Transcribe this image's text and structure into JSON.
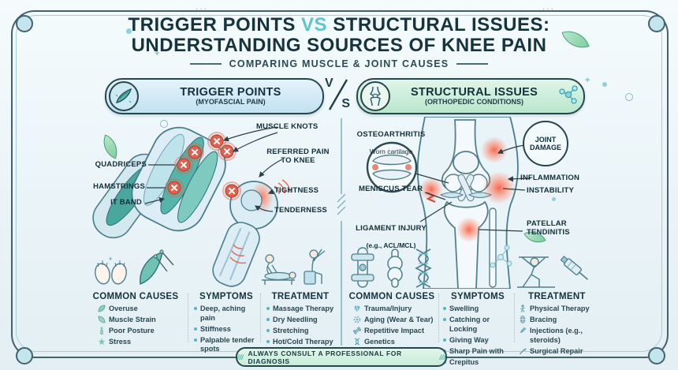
{
  "title": {
    "part1": "TRIGGER POINTS",
    "vs": "VS",
    "part2": "STRUCTURAL ISSUES:",
    "line2": "UNDERSTANDING SOURCES OF KNEE PAIN",
    "subtitle": "COMPARING MUSCLE & JOINT CAUSES"
  },
  "versus": {
    "v": "V",
    "s": "S"
  },
  "left_panel": {
    "header_title": "TRIGGER POINTS",
    "header_subtitle": "(MYOFASCIAL PAIN)",
    "labels": {
      "muscle_knots": "MUSCLE KNOTS",
      "referred_pain": "REFERRED PAIN\nTO KNEE",
      "quadriceps": "QUADRICEPS",
      "hamstrings": "HAMSTRINGS",
      "it_band": "IT BAND",
      "tightness": "TIGHTNESS",
      "tenderness": "TENDERNESS"
    },
    "columns": [
      {
        "header": "COMMON CAUSES",
        "items": [
          {
            "icon": "leaf-icon",
            "text": "Overuse"
          },
          {
            "icon": "leaf-icon",
            "text": "Muscle Strain"
          },
          {
            "icon": "posture-icon",
            "text": "Poor Posture"
          },
          {
            "icon": "stress-star-icon",
            "text": "Stress"
          }
        ]
      },
      {
        "header": "SYMPTOMS",
        "items": [
          {
            "icon": "bullet",
            "text": "Deep, aching pain"
          },
          {
            "icon": "bullet",
            "text": "Stiffness"
          },
          {
            "icon": "bullet",
            "text": "Palpable tender spots"
          }
        ]
      },
      {
        "header": "TREATMENT",
        "items": [
          {
            "icon": "bullet",
            "text": "Massage Therapy"
          },
          {
            "icon": "bullet",
            "text": "Dry Needling"
          },
          {
            "icon": "bullet",
            "text": "Stretching"
          },
          {
            "icon": "bullet",
            "text": "Hot/Cold Therapy"
          }
        ]
      }
    ]
  },
  "right_panel": {
    "header_title": "STRUCTURAL ISSUES",
    "header_subtitle": "(ORTHOPEDIC CONDITIONS)",
    "labels": {
      "osteoarthritis": "OSTEOARTHRITIS",
      "osteoarthritis_sub": "Worn cartilage",
      "joint_damage": "JOINT\nDAMAGE",
      "inflammation": "INFLAMMATION",
      "instability": "INSTABILITY",
      "meniscus_tear": "MENISCUS TEAR",
      "ligament_injury": "LIGAMENT INJURY",
      "ligament_injury_sub": "(e.g., ACL/MCL)",
      "patellar_tendinitis": "PATELLAR\nTENDINITIS"
    },
    "columns": [
      {
        "header": "COMMON CAUSES",
        "items": [
          {
            "icon": "broken-heart-icon",
            "text": "Trauma/Injury"
          },
          {
            "icon": "gear-icon",
            "text": "Aging (Wear & Tear)"
          },
          {
            "icon": "bone-icon",
            "text": "Repetitive Impact"
          },
          {
            "icon": "dna-icon",
            "text": "Genetics"
          }
        ]
      },
      {
        "header": "SYMPTOMS",
        "items": [
          {
            "icon": "bullet",
            "text": "Swelling"
          },
          {
            "icon": "bullet",
            "text": "Catching or Locking"
          },
          {
            "icon": "bullet",
            "text": "Giving Way"
          },
          {
            "icon": "bullet",
            "text": "Sharp Pain with"
          },
          {
            "icon": "bullet",
            "text": "Crepitus"
          }
        ]
      },
      {
        "header": "TREATMENT",
        "items": [
          {
            "icon": "person-icon",
            "text": "Physical Therapy"
          },
          {
            "icon": "brace-icon",
            "text": "Bracing"
          },
          {
            "icon": "syringe-icon",
            "text": "Injections (e.g., steroids)"
          },
          {
            "icon": "scalpel-icon",
            "text": "Surgical Repair"
          }
        ]
      }
    ]
  },
  "footer": {
    "slash_left": "///",
    "text": "ALWAYS CONSULT A PROFESSIONAL FOR DIAGNOSIS",
    "slash_right": "///"
  },
  "colors": {
    "accent_teal": "#5fc4cd",
    "left_pill_bg": "#c2e1f1",
    "right_pill_bg": "#b9e6cc",
    "marker_red": "#e2604d",
    "frame": "#44626c"
  }
}
